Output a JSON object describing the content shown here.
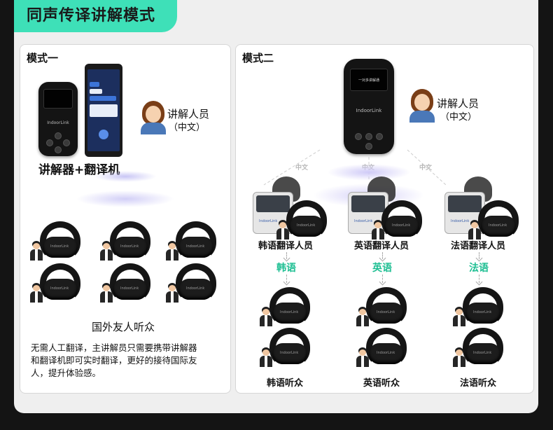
{
  "title": "同声传译讲解模式",
  "mode1": {
    "label": "模式一",
    "device_caption": "讲解器+翻译机",
    "speaker_role": "讲解人员",
    "speaker_lang": "（中文）",
    "audience": "国外友人听众",
    "description_lines": [
      "无需人工翻译，主讲解员只需要携带讲解器",
      "和翻译机即可实时翻译，更好的接待国际友",
      "人，提升体验感。"
    ],
    "brand": "IndoorLink"
  },
  "mode2": {
    "label": "模式二",
    "speaker_role": "讲解人员",
    "speaker_lang": "（中文）",
    "brand": "IndoorLink",
    "screen_text": "一对多讲解通",
    "source_tag": "中文",
    "groups": [
      {
        "translator": "韩语翻译人员",
        "lang": "韩语",
        "audience": "韩语听众"
      },
      {
        "translator": "英语翻译人员",
        "lang": "英语",
        "audience": "英语听众"
      },
      {
        "translator": "法语翻译人员",
        "lang": "法语",
        "audience": "法语听众"
      }
    ]
  },
  "colors": {
    "accent": "#3ee0b8",
    "lang_text": "#1fbf93",
    "background": "#141414"
  }
}
